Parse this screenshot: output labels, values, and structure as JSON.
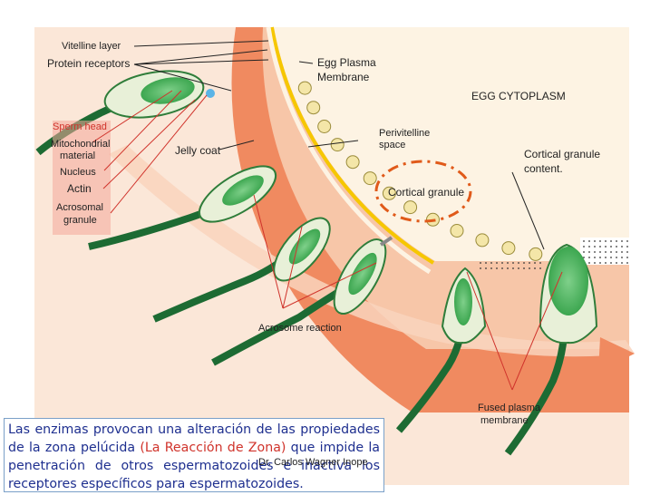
{
  "labels": {
    "vitelline_layer": "Vitelline layer",
    "protein_receptors": "Protein receptors",
    "sperm_head": "Sperm head",
    "mitochondrial_line1": "Mitochondrial",
    "mitochondrial_line2": "material",
    "nucleus": "Nucleus",
    "actin": "Actin",
    "acrosomal_line1": "Acrosomal",
    "acrosomal_line2": "granule",
    "jelly_coat": "Jelly coat",
    "egg_plasma_line1": "Egg Plasma",
    "egg_plasma_line2": "Membrane",
    "egg_cytoplasm": "EGG CYTOPLASM",
    "perivitelline_line1": "Perivitelline",
    "perivitelline_line2": "space",
    "cortical_granule": "Cortical granule",
    "cortical_content_line1": "Cortical granule",
    "cortical_content_line2": "content.",
    "acrosome_reaction": "Acrosome reaction",
    "fused_line1": "Fused plasma",
    "fused_line2": "membrane"
  },
  "caption": {
    "part1": "Las enzimas provocan una alteración de las propiedades de la zona pelúcida ",
    "highlight": "(La Reacción de Zona)",
    "part2": " que impide la penetración de otros espermatozoides e inactiva los receptores específicos para espermatozoides."
  },
  "credit": "Dr. Carlos Wagner Inope",
  "colors": {
    "jelly_coat": "#f08a60",
    "vitelline": "#f7c6a8",
    "egg_cytoplasm": "#fdf3e3",
    "membrane_line": "#f6c700",
    "sperm_green": "#2f9e44",
    "sperm_dark": "#13532a",
    "sperm_head_highlight": "#f4a89a",
    "pointer_red": "#d0332b",
    "caption_text": "#1e2f8f"
  }
}
